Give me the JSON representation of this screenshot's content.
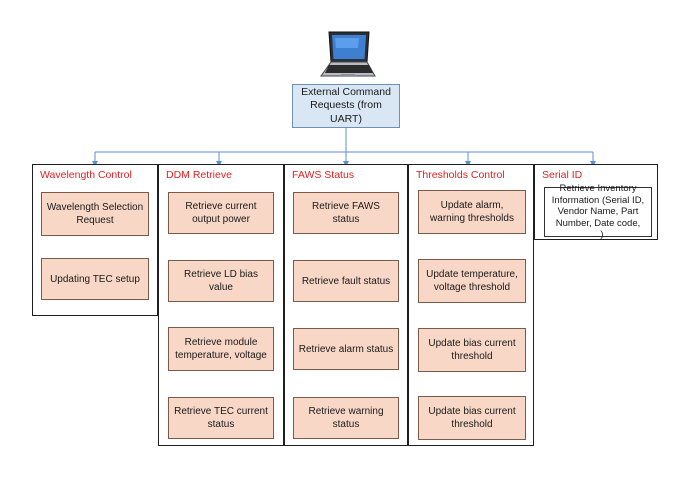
{
  "root": {
    "label": "External Command Requests (from UART)"
  },
  "groups": [
    {
      "title": "Wavelength Control",
      "items": [
        "Wavelength Selection Request",
        "Updating TEC setup"
      ]
    },
    {
      "title": "DDM Retrieve",
      "items": [
        "Retrieve current output power",
        "Retrieve LD bias value",
        "Retrieve module temperature, voltage",
        "Retrieve TEC current status"
      ]
    },
    {
      "title": "FAWS Status",
      "items": [
        "Retrieve FAWS status",
        "Retrieve fault status",
        "Retrieve alarm status",
        "Retrieve warning status"
      ]
    },
    {
      "title": "Thresholds Control",
      "items": [
        "Update alarm, warning thresholds",
        "Update temperature, voltage threshold",
        "Update bias current threshold",
        "Update bias current threshold"
      ]
    },
    {
      "title": "Serial ID",
      "items": [
        "Retrieve Inventory Information (Serial ID, Vendor Name, Part Number, Date code, ...)"
      ]
    }
  ],
  "colors": {
    "item_fill": "#f8d7c6",
    "root_fill": "#d9e6f3",
    "connector": "#5b8fd6",
    "group_title": "#e02222"
  }
}
